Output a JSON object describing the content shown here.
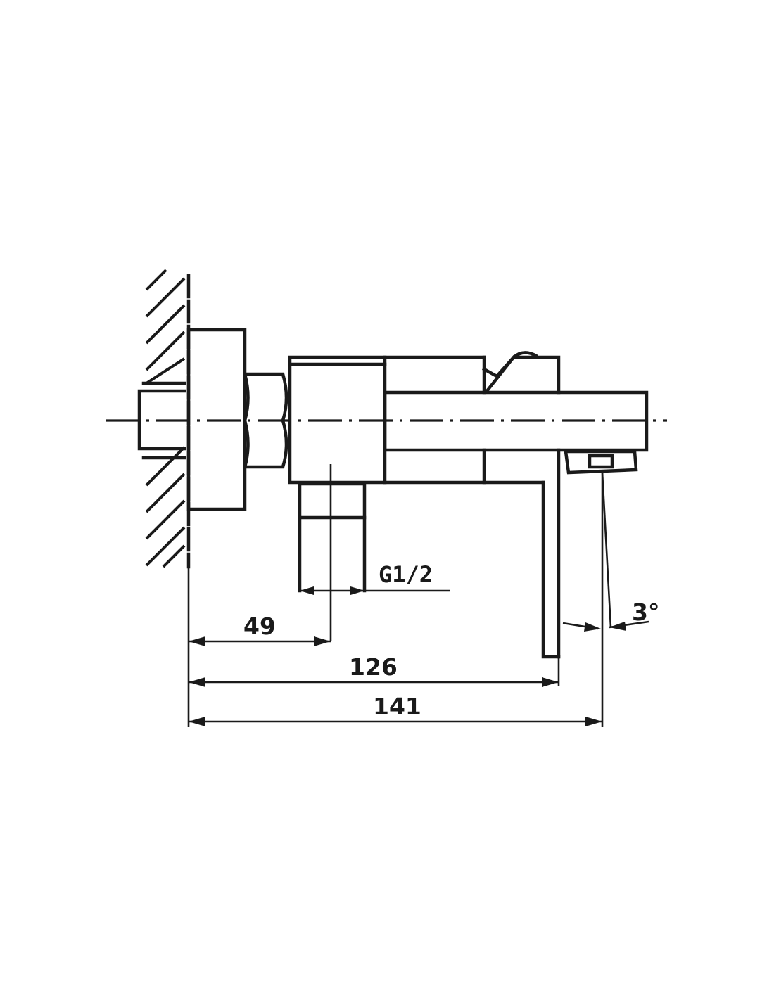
{
  "drawing": {
    "dimensions": {
      "inlet_offset": "49",
      "spout_reach": "126",
      "overall_depth": "141"
    },
    "thread_label": "G1/2",
    "lever_angle": "3°"
  }
}
